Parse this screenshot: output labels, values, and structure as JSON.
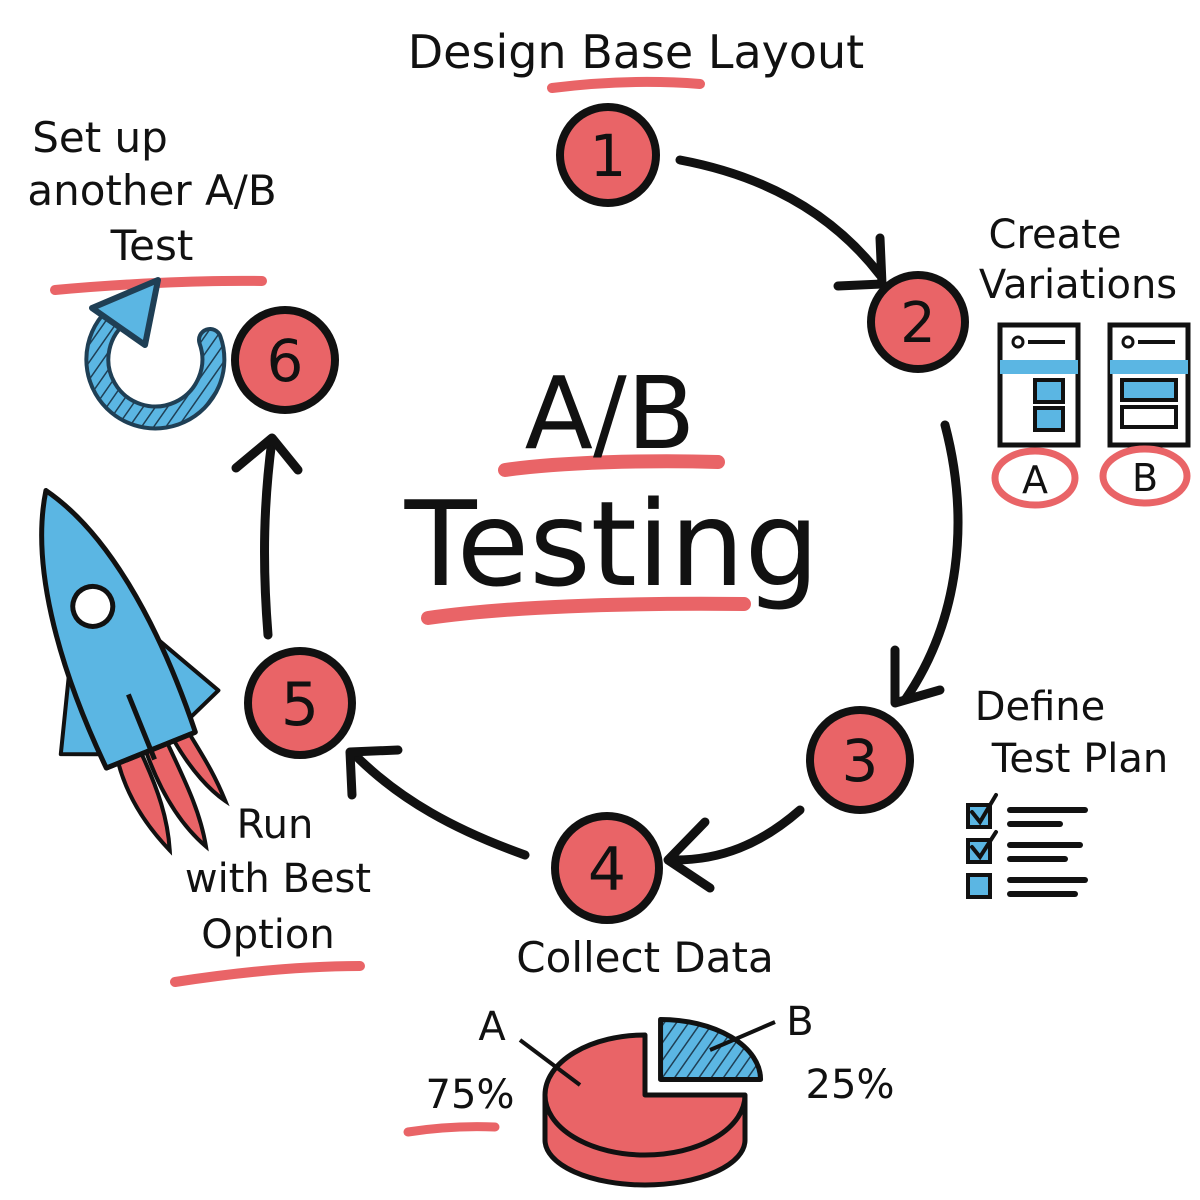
{
  "title": {
    "line1": "A/B",
    "line2": "Testing"
  },
  "steps": [
    {
      "number": "1",
      "label_lines": [
        "Design Base Layout"
      ]
    },
    {
      "number": "2",
      "label_lines": [
        "Create",
        "Variations"
      ]
    },
    {
      "number": "3",
      "label_lines": [
        "Define",
        "Test Plan"
      ]
    },
    {
      "number": "4",
      "label_lines": [
        "Collect Data"
      ]
    },
    {
      "number": "5",
      "label_lines": [
        "Run",
        "with Best",
        "Option"
      ]
    },
    {
      "number": "6",
      "label_lines": [
        "Set up",
        "another A/B",
        "Test"
      ]
    }
  ],
  "variations": {
    "a_label": "A",
    "b_label": "B"
  },
  "pie": {
    "a_label": "A",
    "a_value": "75%",
    "b_label": "B",
    "b_value": "25%",
    "a_share": 0.75,
    "b_share": 0.25
  },
  "colors": {
    "accent_red": "#e96467",
    "accent_blue": "#5bb6e3",
    "ink": "#111111"
  },
  "icons": {
    "step6": "refresh-arrow-icon",
    "step5": "rocket-icon",
    "step3": "checklist-icon",
    "step2": "wireframe-layout-icon",
    "step4": "pie-chart-icon"
  }
}
